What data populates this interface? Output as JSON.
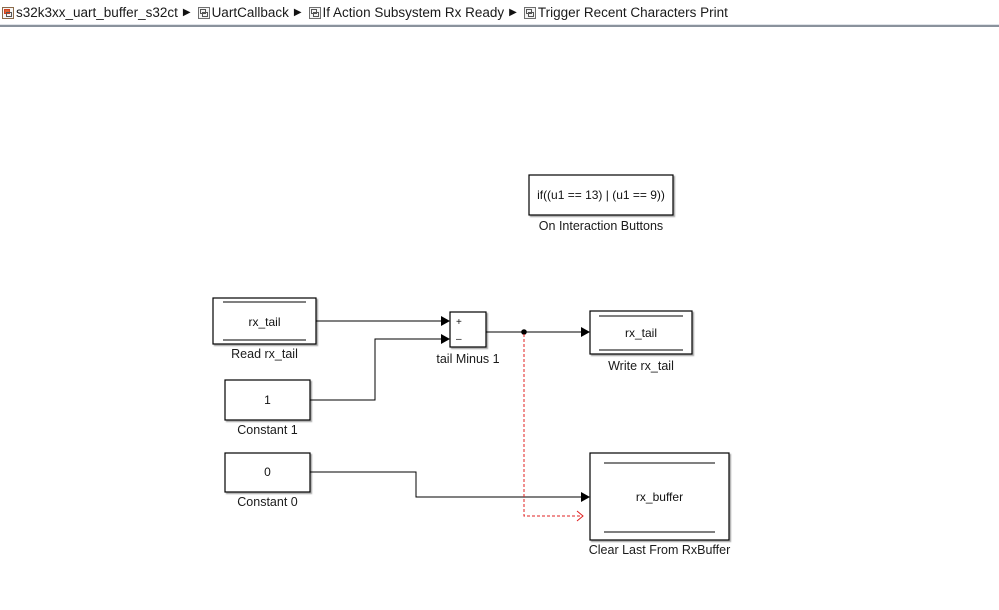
{
  "breadcrumb": [
    {
      "label": "s32k3xx_uart_buffer_s32ct",
      "icon": "model-icon"
    },
    {
      "label": "UartCallback",
      "icon": "subsystem-icon"
    },
    {
      "label": "If Action Subsystem Rx Ready",
      "icon": "subsystem-icon"
    },
    {
      "label": "Trigger Recent Characters Print",
      "icon": "subsystem-icon"
    }
  ],
  "blocks": {
    "if_block": {
      "text": "if((u1 == 13) | (u1 == 9))",
      "label": "On Interaction Buttons"
    },
    "read_rx_tail": {
      "text": "rx_tail",
      "label": "Read rx_tail"
    },
    "constant_1": {
      "text": "1",
      "label": "Constant 1"
    },
    "constant_0": {
      "text": "0",
      "label": "Constant 0"
    },
    "tail_minus_1": {
      "plus": "+",
      "minus": "–",
      "label": "tail Minus 1"
    },
    "write_rx_tail": {
      "text": "rx_tail",
      "label": "Write rx_tail"
    },
    "clear_rx_buffer": {
      "text": "rx_buffer",
      "label": "Clear Last From RxBuffer"
    }
  },
  "colors": {
    "line": "#000000",
    "trigger": "#e02020"
  }
}
